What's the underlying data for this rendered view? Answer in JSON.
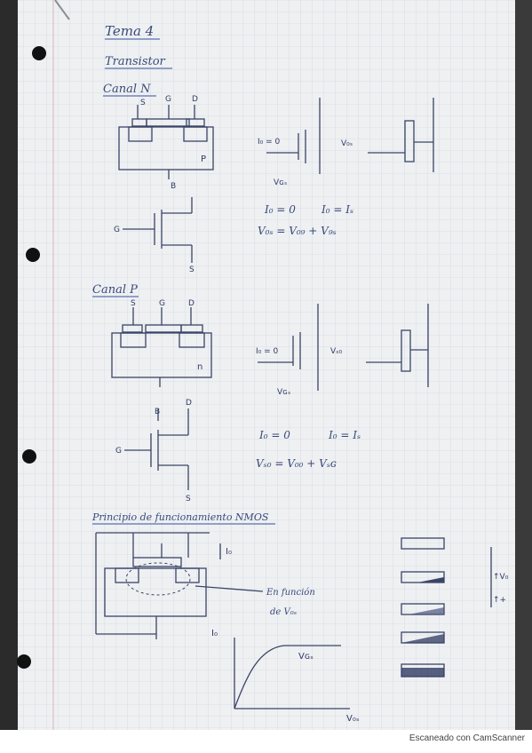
{
  "page": {
    "title": "Tema 4",
    "subtitle": "Transistor"
  },
  "canal_n": {
    "heading": "Canal N",
    "terminals": {
      "s": "S",
      "g": "G",
      "d": "D",
      "b": "B"
    },
    "substrate_letter": "P",
    "eq_line1_left": "I₀ = 0",
    "eq_line1_right": "I₀ = Iₛ",
    "eq_line2": "V₀ₛ = V₀₉ + V₉ₛ",
    "bias_label": "I₀ = 0",
    "vgs_label": "Vɢₛ",
    "vds_label": "V₀ₛ"
  },
  "canal_p": {
    "heading": "Canal P",
    "terminals": {
      "s": "S",
      "g": "G",
      "d": "D",
      "b": "B"
    },
    "substrate_letter": "n",
    "eq_line1_left": "I₀ = 0",
    "eq_line1_right": "I₀ = Iₛ",
    "eq_line2": "Vₛ₀ = V₀₀ + Vₛɢ",
    "bias_label": "I₀ = 0",
    "vgs_label": "Vɢₛ",
    "vsd_label": "Vₛ₀"
  },
  "principio": {
    "heading": "Principio de funcionamiento NMOS",
    "id_label": "I₀",
    "annotation_line1": "En función",
    "annotation_line2": "de V₀ₛ",
    "graph_ylabel": "I₀",
    "graph_xlabel": "V₀ₛ",
    "graph_curve_label": "Vɢₛ",
    "right_axis_up": "↑V₀",
    "right_axis_down": "↑+"
  },
  "footer": {
    "scanner_text": "Escaneado con CamScanner"
  }
}
